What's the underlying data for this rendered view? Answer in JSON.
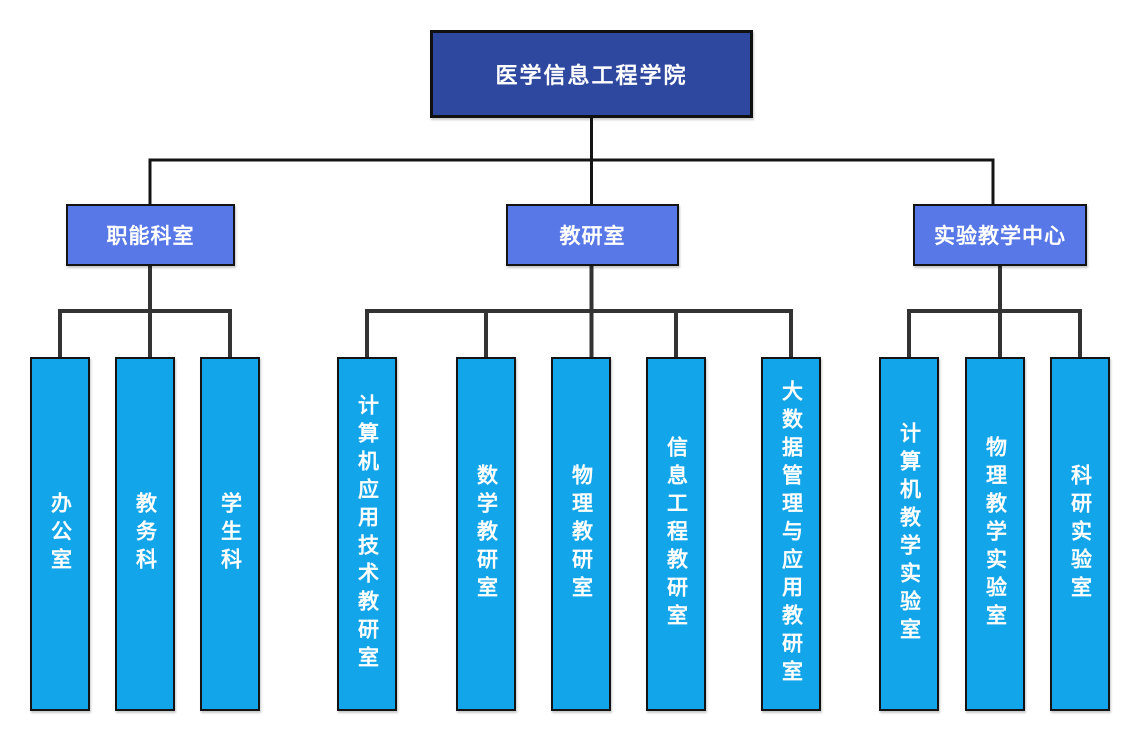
{
  "tree": {
    "root": {
      "label": "医学信息工程学院"
    },
    "groups": [
      {
        "label": "职能科室",
        "children": [
          "办公室",
          "教务科",
          "学生科"
        ]
      },
      {
        "label": "教研室",
        "children": [
          "计算机应用技术教研室",
          "数学教研室",
          "物理教研室",
          "信息工程教研室",
          "大数据管理与应用教研室"
        ]
      },
      {
        "label": "实验教学中心",
        "children": [
          "计算机教学实验室",
          "物理教学实验室",
          "科研实验室"
        ]
      }
    ]
  },
  "colors": {
    "root_fill": "#2F489F",
    "branch_fill": "#5878E8",
    "leaf_fill": "#12A5EA",
    "connector_top": "#141414",
    "connector_group": "#333333",
    "border": "#141414",
    "text": "#FFFFFF",
    "background": "#FFFFFF"
  }
}
